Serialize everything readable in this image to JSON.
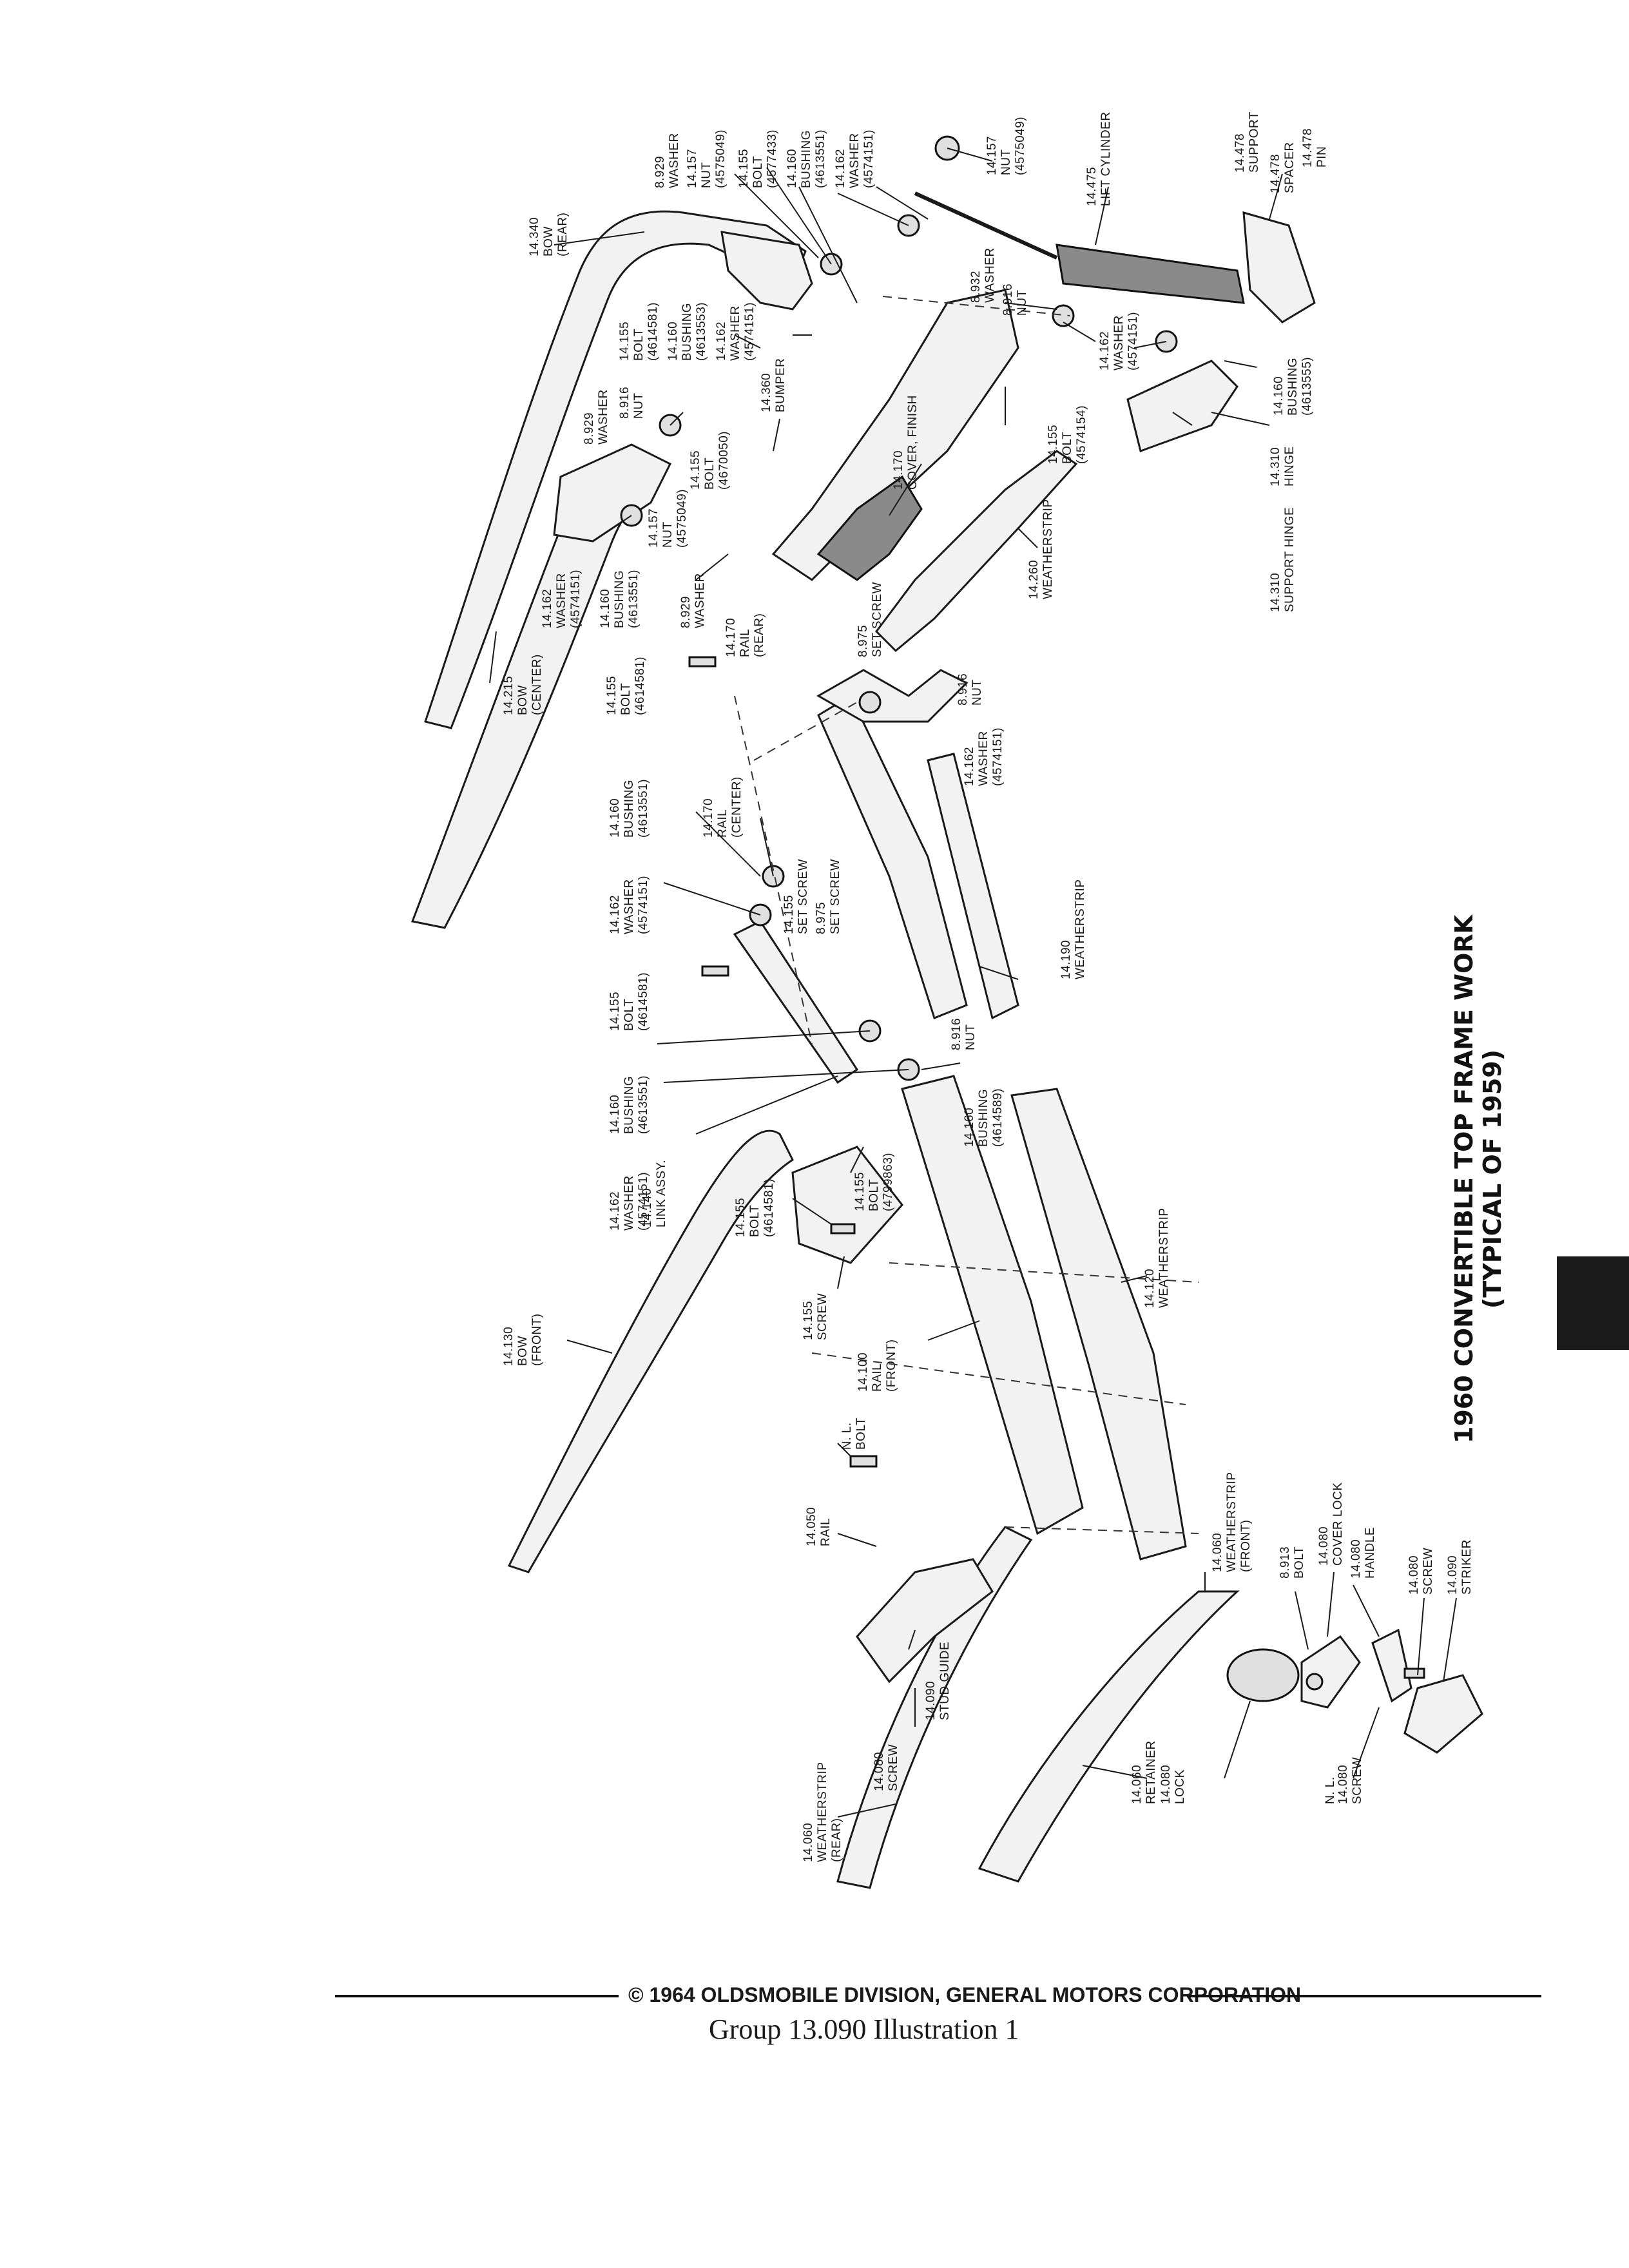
{
  "title": {
    "line1": "1960 CONVERTIBLE TOP FRAME WORK",
    "line2": "(TYPICAL OF 1959)"
  },
  "footer": {
    "copyright": "© 1964 OLDSMOBILE DIVISION, GENERAL MOTORS CORPORATION",
    "caption": "Group 13.090   Illustration   1"
  },
  "callouts": {
    "c01": [
      "14.340",
      "BOW",
      "(REAR)"
    ],
    "c02": [
      "8.929",
      "WASHER"
    ],
    "c03": [
      "14.157",
      "NUT",
      "(4575049)"
    ],
    "c04": [
      "14.155",
      "BOLT",
      "(4577433)"
    ],
    "c05": [
      "14.160",
      "BUSHING",
      "(4613551)"
    ],
    "c06": [
      "14.162",
      "WASHER",
      "(4574151)"
    ],
    "c07": [
      "14.157",
      "NUT",
      "(4575049)"
    ],
    "c08": [
      "14.475",
      "LIFT CYLINDER"
    ],
    "c09": [
      "14.478",
      "SUPPORT"
    ],
    "c10": [
      "14.478",
      "SPACER"
    ],
    "c11": [
      "14.478",
      "PIN"
    ],
    "c12": [
      "14.155",
      "BOLT",
      "(4614581)"
    ],
    "c13": [
      "14.160",
      "BUSHING",
      "(4613553)"
    ],
    "c14": [
      "14.162",
      "WASHER",
      "(4574151)"
    ],
    "c15": [
      "8.932",
      "WASHER"
    ],
    "c16": [
      "8.916",
      "NUT"
    ],
    "c17": [
      "14.162",
      "WASHER",
      "(4574151)"
    ],
    "c18": [
      "14.160",
      "BUSHING",
      "(4613555)"
    ],
    "c19": [
      "8.929",
      "WASHER"
    ],
    "c20": [
      "8.916",
      "NUT"
    ],
    "c21": [
      "14.360",
      "BUMPER"
    ],
    "c22": [
      "14.155",
      "BOLT",
      "(4670050)"
    ],
    "c23": [
      "14.157",
      "NUT",
      "(4575049)"
    ],
    "c24": [
      "14.155",
      "BOLT",
      "(4574154)"
    ],
    "c25": [
      "14.170",
      "COVER, FINISH"
    ],
    "c26": [
      "14.310",
      "HINGE"
    ],
    "c27": [
      "14.310",
      "SUPPORT HINGE"
    ],
    "c28": [
      "14.162",
      "WASHER",
      "(4574151)"
    ],
    "c29": [
      "14.160",
      "BUSHING",
      "(4613551)"
    ],
    "c30": [
      "8.929",
      "WASHER"
    ],
    "c31": [
      "14.170",
      "RAIL",
      "(REAR)"
    ],
    "c32": [
      "14.260",
      "WEATHERSTRIP"
    ],
    "c33": [
      "8.975",
      "SET SCREW"
    ],
    "c34": [
      "14.215",
      "BOW",
      "(CENTER)"
    ],
    "c35": [
      "14.155",
      "BOLT",
      "(4614581)"
    ],
    "c36": [
      "8.916",
      "NUT"
    ],
    "c37": [
      "14.162",
      "WASHER",
      "(4574151)"
    ],
    "c38": [
      "14.160",
      "BUSHING",
      "(4613551)"
    ],
    "c39": [
      "14.170",
      "RAIL",
      "(CENTER)"
    ],
    "c40": [
      "14.162",
      "WASHER",
      "(4574151)"
    ],
    "c41": [
      "14.155",
      "SET SCREW"
    ],
    "c42": [
      "8.975",
      "SET SCREW"
    ],
    "c43": [
      "14.190",
      "WEATHERSTRIP"
    ],
    "c44": [
      "14.155",
      "BOLT",
      "(4614581)"
    ],
    "c45": [
      "14.160",
      "BUSHING",
      "(4613551)"
    ],
    "c46": [
      "8.916",
      "NUT"
    ],
    "c47": [
      "14.162",
      "WASHER",
      "(4574151)"
    ],
    "c48": [
      "14.140",
      "LINK ASSY."
    ],
    "c49": [
      "14.160",
      "BUSHING",
      "(4614589)"
    ],
    "c50": [
      "14.155",
      "BOLT",
      "(4799863)"
    ],
    "c51": [
      "14.155",
      "BOLT",
      "(4614581)"
    ],
    "c52": [
      "14.130",
      "BOW",
      "(FRONT)"
    ],
    "c53": [
      "14.155",
      "SCREW"
    ],
    "c54": [
      "14.100",
      "RAIL",
      "(FRONT)"
    ],
    "c55": [
      "14.120",
      "WEATHERSTRIP"
    ],
    "c56": [
      "N. L.",
      "BOLT"
    ],
    "c57": [
      "14.050",
      "RAIL"
    ],
    "c58": [
      "14.060",
      "WEATHERSTRIP",
      "(FRONT)"
    ],
    "c59": [
      "8.913",
      "BOLT"
    ],
    "c60": [
      "14.080",
      "COVER LOCK"
    ],
    "c61": [
      "14.080",
      "HANDLE"
    ],
    "c62": [
      "14.080",
      "SCREW"
    ],
    "c63": [
      "14.090",
      "STRIKER"
    ],
    "c64": [
      "14.090",
      "STUD GUIDE"
    ],
    "c65": [
      "14.080",
      "SCREW"
    ],
    "c66": [
      "14.060",
      "RETAINER"
    ],
    "c67": [
      "14.080",
      "LOCK"
    ],
    "c68": [
      "N. L."
    ],
    "c69": [
      "14.080",
      "SCREW"
    ],
    "c70": [
      "14.060",
      "WEATHERSTRIP",
      "(REAR)"
    ]
  }
}
